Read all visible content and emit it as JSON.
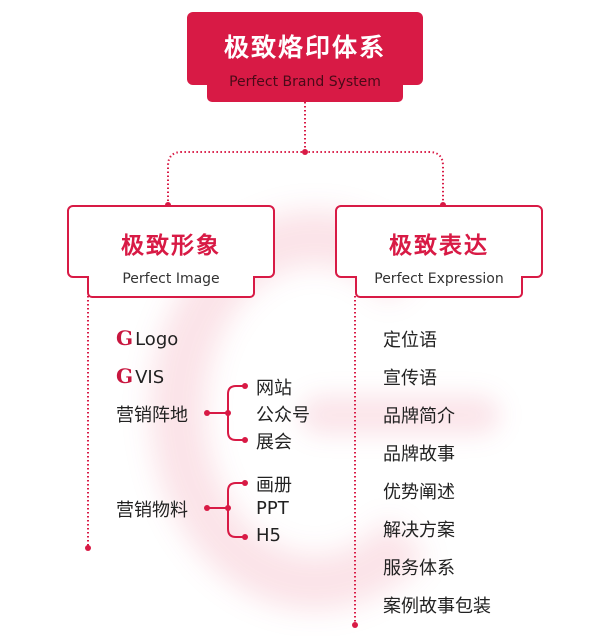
{
  "root": {
    "title": "极致烙印体系",
    "subtitle": "Perfect Brand System"
  },
  "left": {
    "title": "极致形象",
    "subtitle": "Perfect Image",
    "items": [
      {
        "icon": "G",
        "label": "Logo"
      },
      {
        "icon": "G",
        "label": "VIS"
      }
    ],
    "groups": [
      {
        "label": "营销阵地",
        "children": [
          "网站",
          "公众号",
          "展会"
        ]
      },
      {
        "label": "营销物料",
        "children": [
          "画册",
          "PPT",
          "H5"
        ]
      }
    ]
  },
  "right": {
    "title": "极致表达",
    "subtitle": "Perfect Expression",
    "items": [
      "定位语",
      "宣传语",
      "品牌简介",
      "品牌故事",
      "优势阐述",
      "解决方案",
      "服务体系",
      "案例故事包装"
    ]
  },
  "colors": {
    "accent": "#d81a45"
  }
}
